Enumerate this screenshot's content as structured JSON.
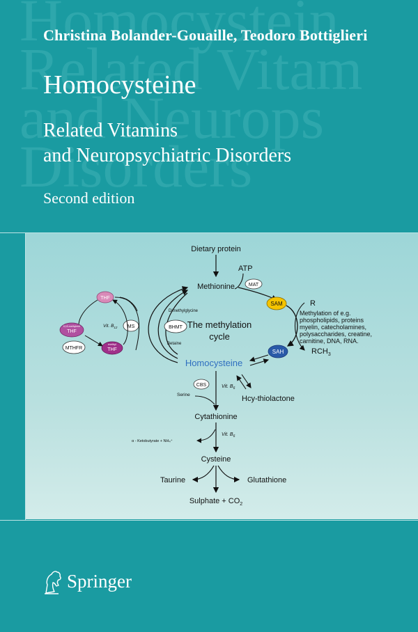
{
  "background_text": [
    "Homocystein",
    "Related Vitam",
    "and Neurops",
    "Disorders"
  ],
  "authors": "Christina Bolander-Gouaille, Teodoro Bottiglieri",
  "title": "Homocysteine",
  "subtitle_line1": "Related Vitamins",
  "subtitle_line2": "and Neuropsychiatric Disorders",
  "edition": "Second edition",
  "diagram": {
    "dietary_protein": "Dietary protein",
    "atp": "ATP",
    "methionine": "Methionine",
    "mat": "MAT",
    "sam": "SAM",
    "r": "R",
    "methylation_note": [
      "Methylation of e.g.",
      "phospholipids, proteins",
      "myelin, catecholamines,",
      "polysaccharides, creatine,",
      "carnitine, DNA, RNA."
    ],
    "rch3": "RCH",
    "rch3_sub": "3",
    "sah": "SAH",
    "center_line1": "The methylation",
    "center_line2": "cycle",
    "homocysteine": "Homocysteine",
    "thf_top": "THF",
    "thf_left_small": "5,10-methylene",
    "thf_left": "THF",
    "mthfr": "MTHFR",
    "methyl_thf_small": "methyl",
    "methyl_thf": "THF",
    "vit_b12": "Vit. B",
    "vit_b12_sub": "12",
    "ms": "MS",
    "bhmt": "BHMT",
    "dimethylglycine": "Dimethylglycine",
    "betaine": "Betaine",
    "cbs": "CBS",
    "vit_b6": "Vit. B",
    "vit_b6_sub": "6",
    "serine": "Serine",
    "hcy_thiolactone": "Hcy-thiolactone",
    "cystathionine": "Cytathionine",
    "ketobutyrate": "α - Ketobutyrate + NH₄⁺",
    "vit_b6_2": "Vit. B",
    "vit_b6_2_sub": "6",
    "cysteine": "Cysteine",
    "taurine": "Taurine",
    "glutathione": "Glutathione",
    "sulphate": "Sulphate + CO",
    "sulphate_sub": "2"
  },
  "publisher": "Springer",
  "colors": {
    "background": "#1a9ba1",
    "sam": "#f5c400",
    "sah": "#2a5aa8",
    "thf_pink": "#d98ab8",
    "thf_purple": "#a0308a",
    "homocysteine_text": "#2f6fc0"
  }
}
